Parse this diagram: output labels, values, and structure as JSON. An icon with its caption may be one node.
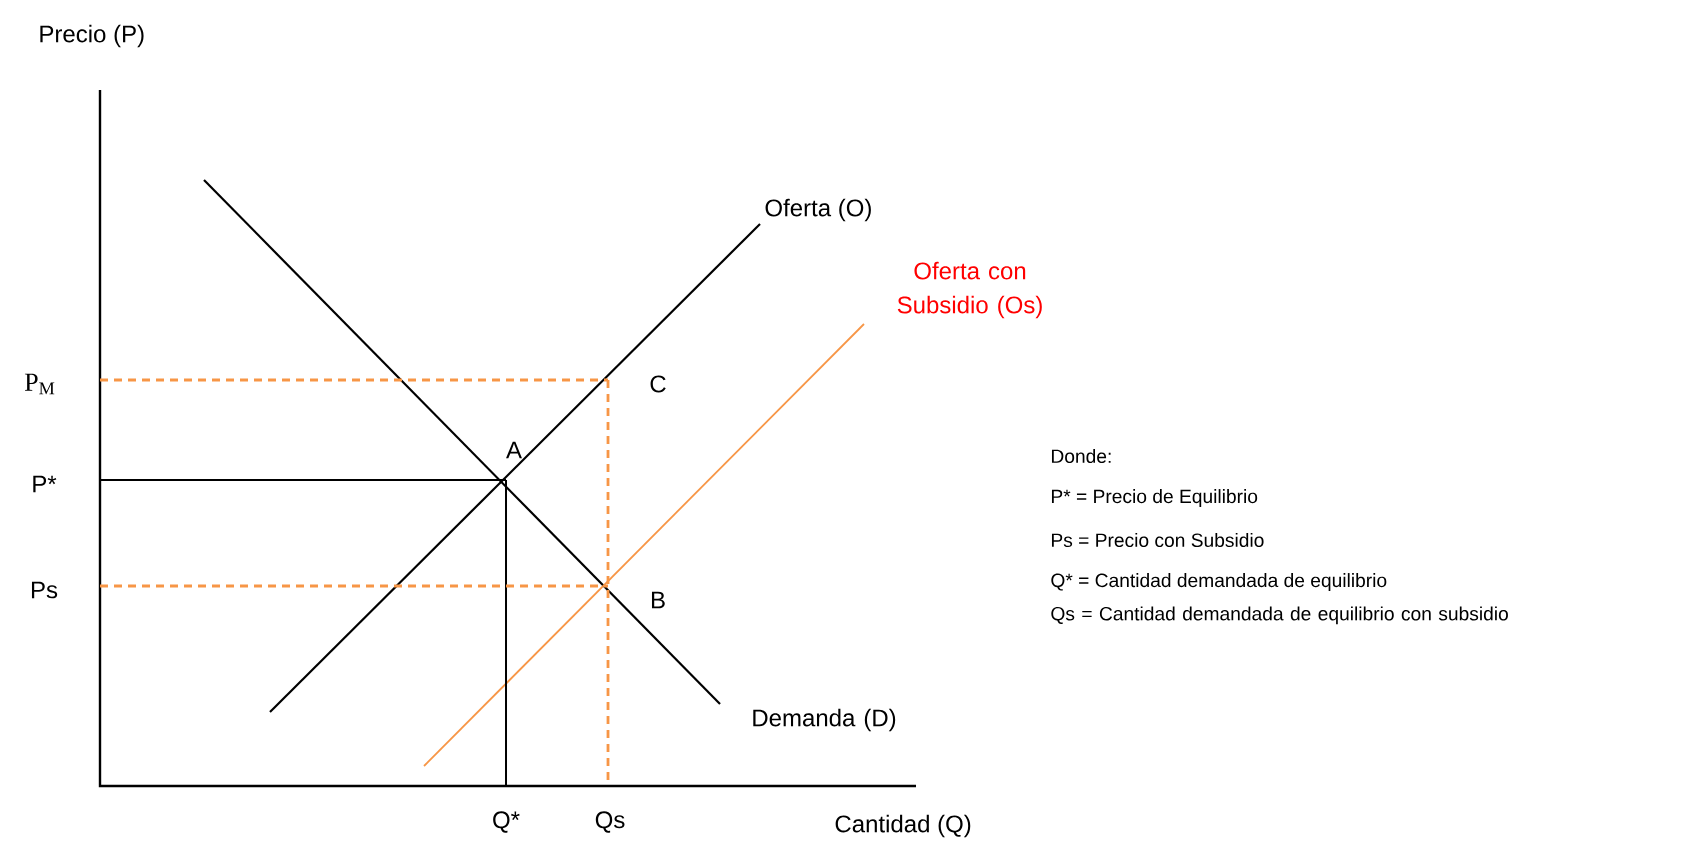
{
  "diagram": {
    "labels": [
      "Precio (P)",
      "Oferta (O)",
      "Oferta con Subsidio (Os)",
      "P$_{M}$",
      "C",
      "A",
      "P*",
      "Donde:",
      "P* = Precio de Equilibrio",
      "Ps = Precio con Subsidio",
      "Q* = Cantidad demandada de equilibrio",
      "Ps",
      "B",
      "Qs = Cantidad demandada de equilibrio con subsidio",
      "Demanda (D)",
      "Q*",
      "Qs",
      "Cantidad (Q)"
    ]
  }
}
